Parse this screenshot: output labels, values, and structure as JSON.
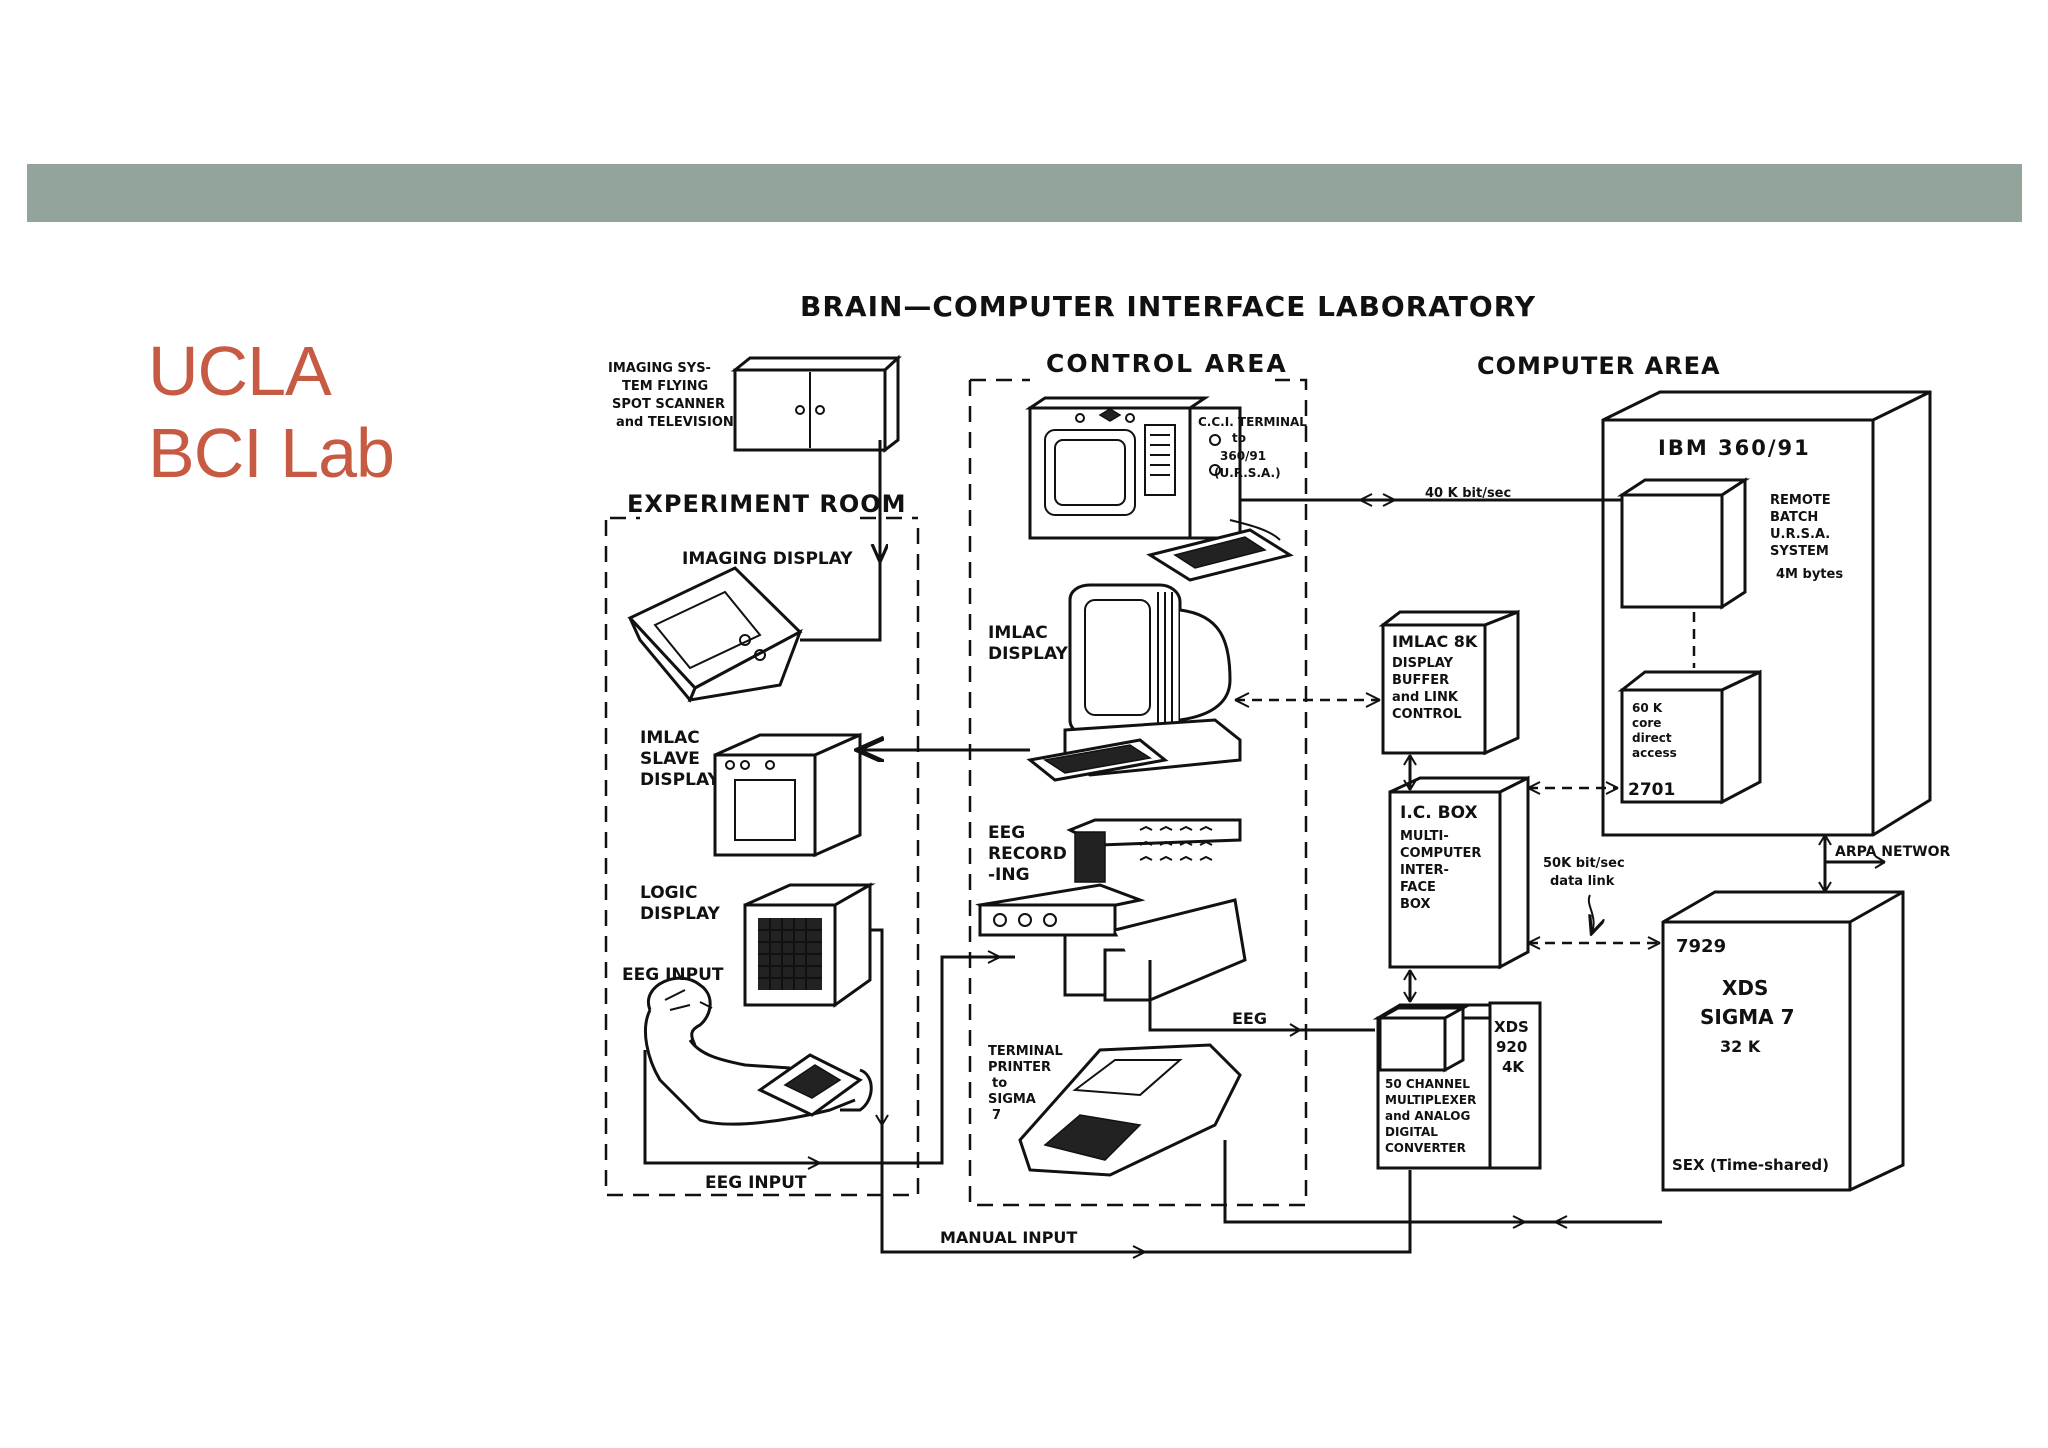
{
  "slide": {
    "title_line1": "UCLA",
    "title_line2": "BCI Lab"
  },
  "diagram": {
    "title": "BRAIN—COMPUTER INTERFACE LABORATORY",
    "areas": {
      "control": "CONTROL AREA",
      "computer": "COMPUTER AREA",
      "experiment": "EXPERIMENT ROOM"
    },
    "imaging_system": [
      "IMAGING SYS-",
      "TEM FLYING",
      "SPOT SCANNER",
      "and TELEVISION"
    ],
    "imaging_display": "IMAGING DISPLAY",
    "imlac_slave": [
      "IMLAC",
      "SLAVE",
      "DISPLAY"
    ],
    "logic_display": [
      "LOGIC",
      "DISPLAY"
    ],
    "eeg_input_top": "EEG INPUT",
    "eeg_input_bottom": "EEG INPUT",
    "cci_terminal": [
      "C.C.I. TERMINAL",
      "to",
      "360/91",
      "(U.R.S.A.)"
    ],
    "imlac_display": [
      "IMLAC",
      "DISPLAY"
    ],
    "eeg_recording": [
      "EEG",
      "RECORD",
      "-ING"
    ],
    "terminal_printer": [
      "TERMINAL",
      "PRINTER",
      "to",
      "SIGMA",
      "7"
    ],
    "link_40k": "40 K  bit/sec",
    "ibm": "IBM 360/91",
    "remote_batch": [
      "REMOTE",
      "BATCH",
      "U.R.S.A.",
      "SYSTEM",
      "4M bytes"
    ],
    "core": [
      "60 K",
      "core",
      "direct",
      "access"
    ],
    "unit_2701": "2701",
    "imlac_8k": [
      "IMLAC 8K",
      "DISPLAY",
      "BUFFER",
      "and LINK",
      "CONTROL"
    ],
    "ic_box": [
      "I.C. BOX",
      "MULTI-",
      "COMPUTER",
      "INTER-",
      "FACE",
      "BOX"
    ],
    "link_50k": [
      "50K bit/sec",
      "data link"
    ],
    "arpa": "ARPA NETWOR",
    "sigma": [
      "7929",
      "XDS",
      "SIGMA 7",
      "32 K"
    ],
    "sex": "SEX (Time-shared)",
    "xds920": [
      "XDS",
      "920",
      "4K"
    ],
    "multiplexer": [
      "50 CHANNEL",
      "MULTIPLEXER",
      "and ANALOG",
      "DIGITAL",
      "CONVERTER"
    ],
    "eeg_label": "EEG",
    "manual_input": "MANUAL INPUT"
  }
}
